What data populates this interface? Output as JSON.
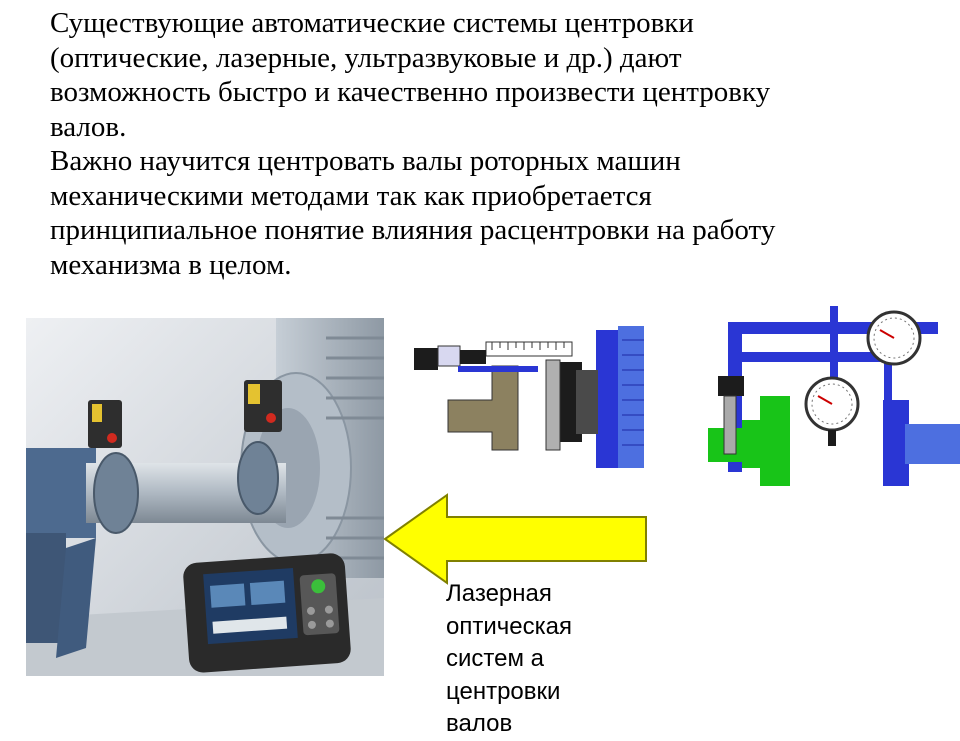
{
  "paragraphs": [
    {
      "lines": [
        "Существующие автоматические системы центровки",
        "(оптические, лазерные, ультразвуковые и др.) дают",
        "возможность быстро и качественно произвести центровку",
        "валов."
      ]
    },
    {
      "lines": [
        "Важно научится центровать валы роторных машин",
        "механическими методами так как приобретается",
        "принципиальное понятие влияния расцентровки на работу",
        "механизма в целом."
      ]
    }
  ],
  "caption": {
    "lines": [
      "Лазерная",
      "оптическая",
      "систем а",
      "центровки",
      "валов"
    ]
  },
  "colors": {
    "arrow_fill": "#ffff00",
    "arrow_stroke": "#808000",
    "diagram_blue": "#2a36d4",
    "diagram_green": "#18c418",
    "diagram_khaki": "#8c8160"
  },
  "icons": {
    "arrow": "left-arrow-icon",
    "gauge": "dial-indicator-icon"
  }
}
